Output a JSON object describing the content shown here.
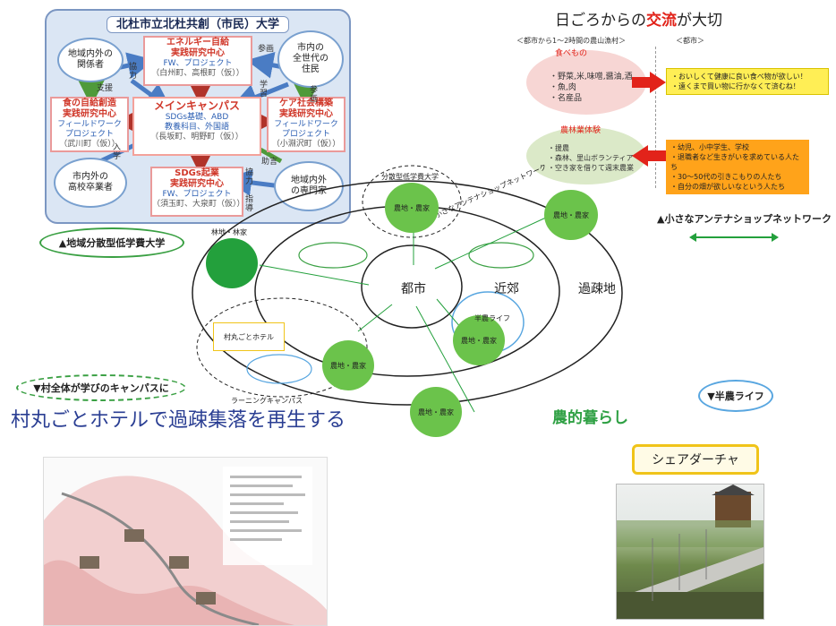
{
  "university": {
    "title": "北杜市立北杜共創（市民）大学",
    "left_top": "地域内外の\n関係者",
    "right_top": "市内の\n全世代の\n住民",
    "left_bottom": "市内外の\n高校卒業者",
    "right_bottom": "地域内外\nの専門家",
    "energy": {
      "t1": "エネルギー自給",
      "t2": "実践研究中心",
      "s": "FW、プロジェクト",
      "loc": "（白州町、高根町（仮））"
    },
    "food": {
      "t1": "食の自給創造",
      "t2": "実践研究中心",
      "s1": "フィールドワーク",
      "s2": "プロジェクト",
      "loc": "（武川町（仮））"
    },
    "main": {
      "t": "メインキャンパス",
      "s1": "SDGs基礎、ABD",
      "s2": "教養科目、外国語",
      "loc": "（長坂町、明野町（仮））"
    },
    "care": {
      "t1": "ケア社会構築",
      "t2": "実践研究中心",
      "s1": "フィールドワーク",
      "s2": "プロジェクト",
      "loc": "（小淵沢町（仮））"
    },
    "sdgs": {
      "t1": "SDGs起業",
      "t2": "実践研究中心",
      "s": "FW、プロジェクト",
      "loc": "（須玉町、大泉町（仮））"
    },
    "tags": {
      "support": "支援",
      "coop1": "協力",
      "join1": "参画",
      "study": "学習",
      "join2": "参画",
      "enter": "入学",
      "coop2": "協力",
      "advice": "助言",
      "guide": "指導"
    }
  },
  "exchange": {
    "title_pre": "日ごろからの",
    "title_red": "交流",
    "title_post": "が大切",
    "head_rural": "＜都市から1～2時間の農山漁村＞",
    "head_city": "＜都市＞",
    "food_label": "食べもの",
    "food_items": [
      "・野菜,米,味噌,醤油,酒",
      "・魚,肉",
      "・名産品"
    ],
    "farm_label": "農林業体験",
    "farm_items": [
      "・援農",
      "・森林、里山ボランティア",
      "・空き家を借りて週末農業"
    ],
    "city_food": [
      "・おいしくて健康に良い食べ物が欲しい！",
      "・遠くまで買い物に行かなくて済むね！"
    ],
    "city_people": [
      "・幼児、小中学生、学校",
      "・退職者など生きがいを求めている人たち",
      "・30～50代の引きこもりの人たち",
      "・自分の畑が欲しいなという人たち"
    ]
  },
  "concept": {
    "bunsan_top": "分散型低学費大学",
    "bunsan_label": "▲地域分散型低学費大学",
    "campus_label": "▼村全体が学びのキャンパスに",
    "antenna_label": "▲小さなアンテナショップネットワーク",
    "antenna_line": "小さなアンテナショップネットワーク",
    "city": "都市",
    "suburb": "近郊",
    "rural": "過疎地",
    "forest": "林地・林家",
    "farm": "農地・農家",
    "half_life": "半農ライフ",
    "half_label": "▼半農ライフ",
    "hotel": "村丸ごとホテル",
    "learning": "ラーニングキャンパス",
    "headline": "村丸ごとホテルで過疎集落を再生する",
    "kurashi": "農的暮らし",
    "dacha": "シェアダーチャ"
  },
  "colors": {
    "farm_green": "#6bc34b",
    "dark_green": "#23a03c",
    "accent_red": "#e2231a",
    "navy": "#2a3e93"
  }
}
